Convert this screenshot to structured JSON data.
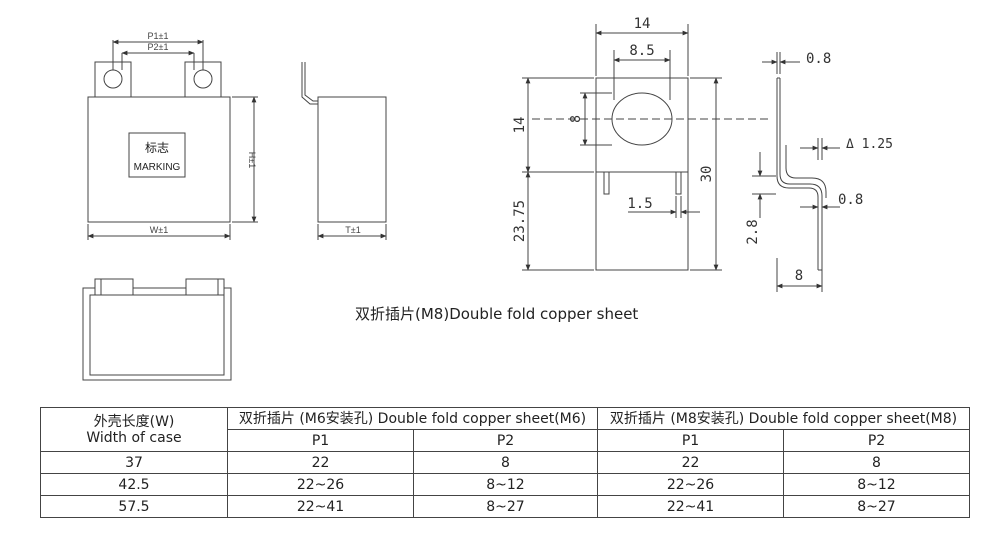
{
  "front_view": {
    "marking_cn": "标志",
    "marking_en": "MARKING",
    "dim_p1": "P1±1",
    "dim_p2": "P2±1",
    "dim_h": "H±1",
    "dim_w": "W±1"
  },
  "side_view": {
    "dim_t": "T±1"
  },
  "detail_front": {
    "dim_14_top": "14",
    "dim_8_5": "8.5",
    "dim_14_left": "14",
    "dim_8_hole": "8",
    "dim_23_75": "23.75",
    "dim_30": "30",
    "dim_1_5": "1.5"
  },
  "detail_side": {
    "dim_0_8_top": "0.8",
    "dim_delta": "Δ 1.25",
    "dim_0_8_mid": "0.8",
    "dim_2_8": "2.8",
    "dim_8": "8"
  },
  "caption": "双折插片(M8)Double fold copper sheet",
  "table": {
    "col_case_cn": "外壳长度(W)",
    "col_case_en": "Width of case",
    "group_m6": "双折插片 (M6安装孔) Double fold copper sheet(M6)",
    "group_m8": "双折插片 (M8安装孔) Double fold copper sheet(M8)",
    "sub_headers": [
      "P1",
      "P2",
      "P1",
      "P2"
    ],
    "rows": [
      [
        "37",
        "22",
        "8",
        "22",
        "8"
      ],
      [
        "42.5",
        "22~26",
        "8~12",
        "22~26",
        "8~12"
      ],
      [
        "57.5",
        "22~41",
        "8~27",
        "22~41",
        "8~27"
      ]
    ]
  }
}
